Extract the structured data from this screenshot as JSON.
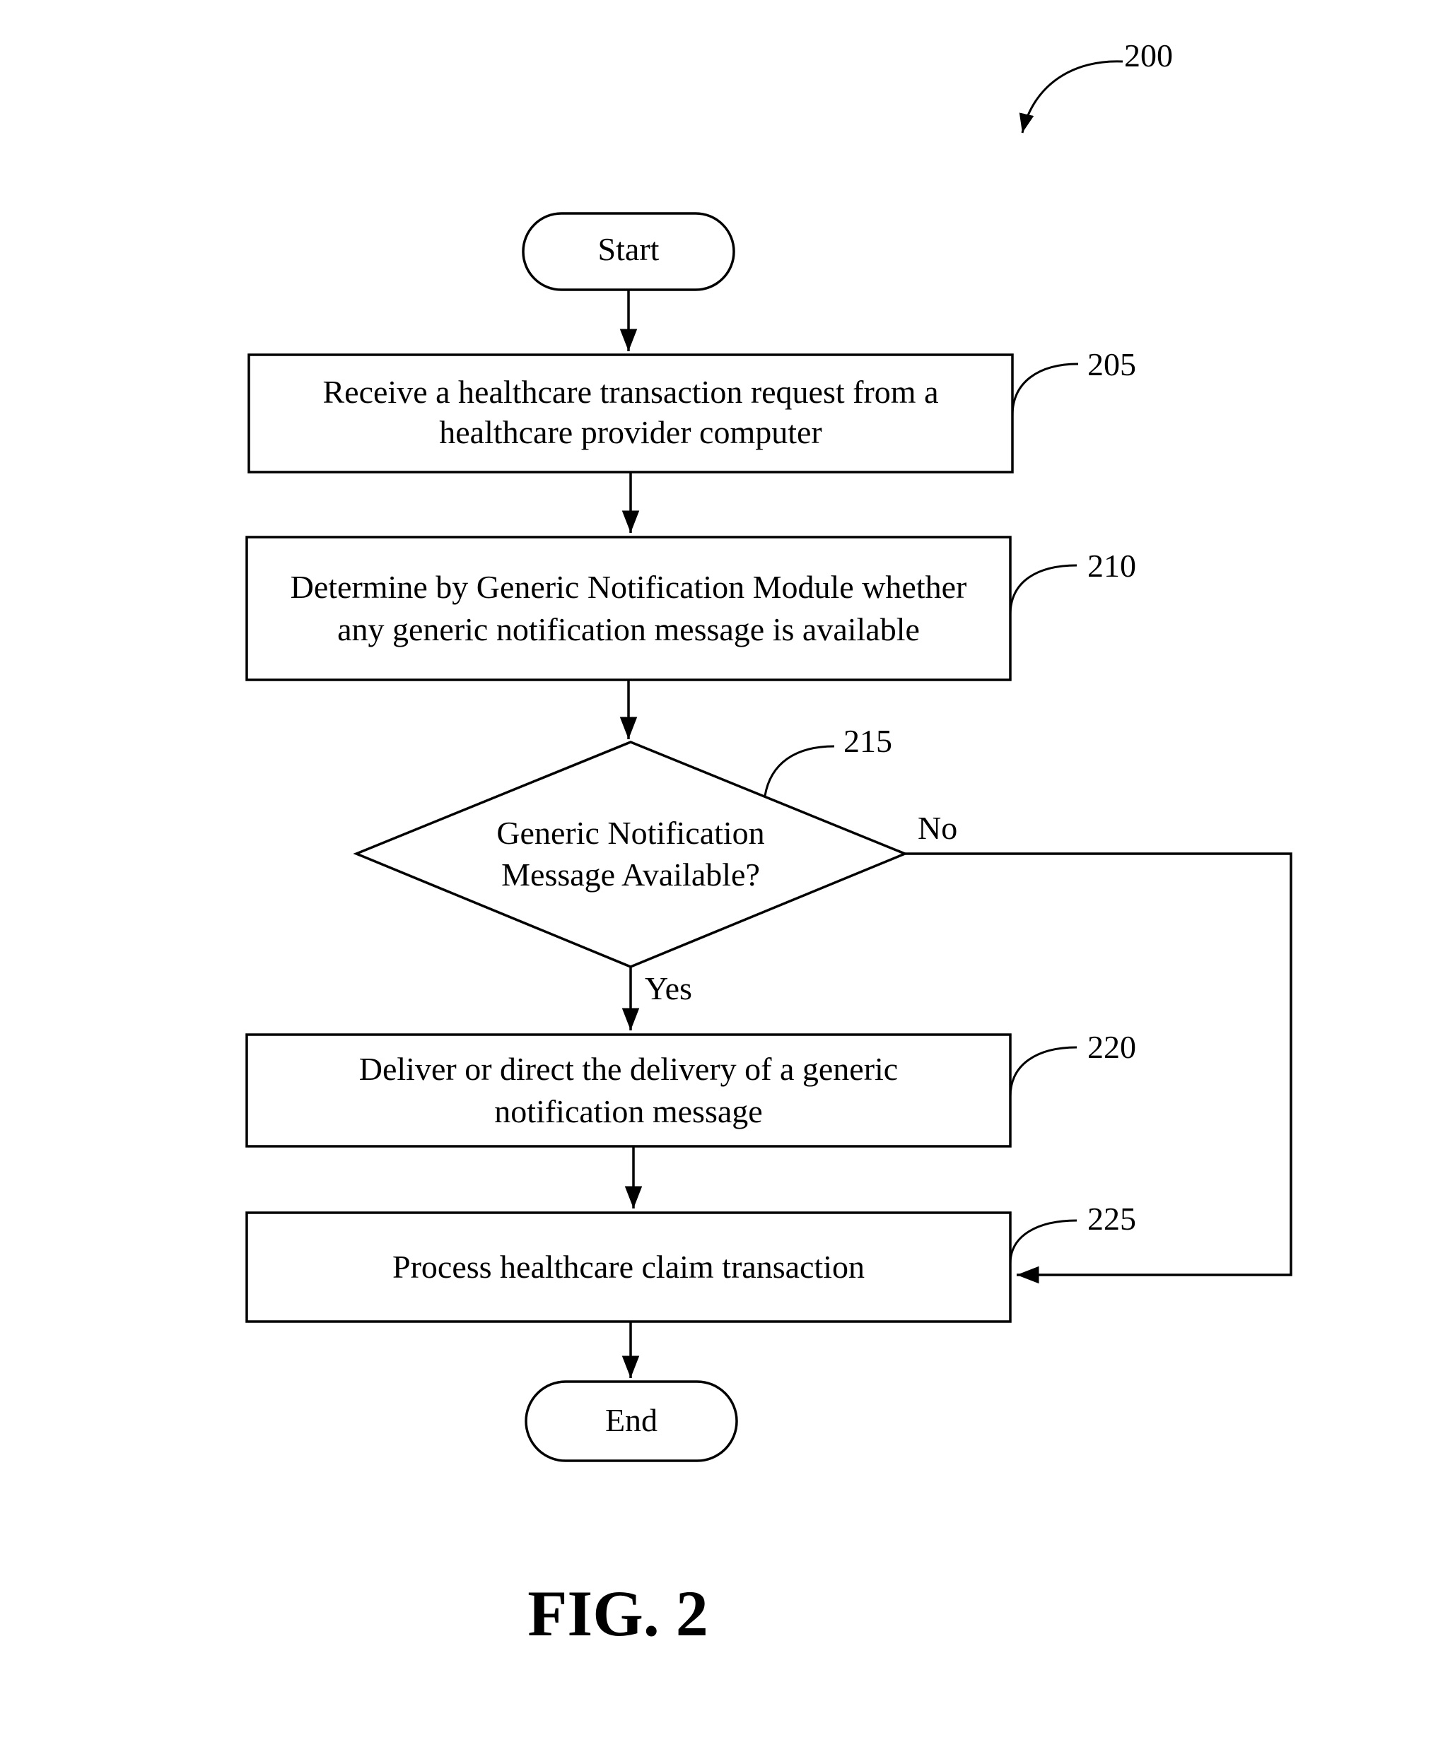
{
  "figure_ref": "200",
  "caption": "FIG. 2",
  "start_label": "Start",
  "end_label": "End",
  "steps": {
    "s205": {
      "ref": "205",
      "line1": "Receive a healthcare transaction request from a",
      "line2": "healthcare provider computer"
    },
    "s210": {
      "ref": "210",
      "line1": "Determine by Generic Notification Module whether",
      "line2": "any generic notification message is available"
    },
    "s215": {
      "ref": "215",
      "line1": "Generic Notification",
      "line2": "Message Available?"
    },
    "s220": {
      "ref": "220",
      "line1": "Deliver or direct the delivery of a generic",
      "line2": "notification message"
    },
    "s225": {
      "ref": "225",
      "line1": "Process healthcare claim transaction"
    }
  },
  "branches": {
    "no": "No",
    "yes": "Yes"
  }
}
